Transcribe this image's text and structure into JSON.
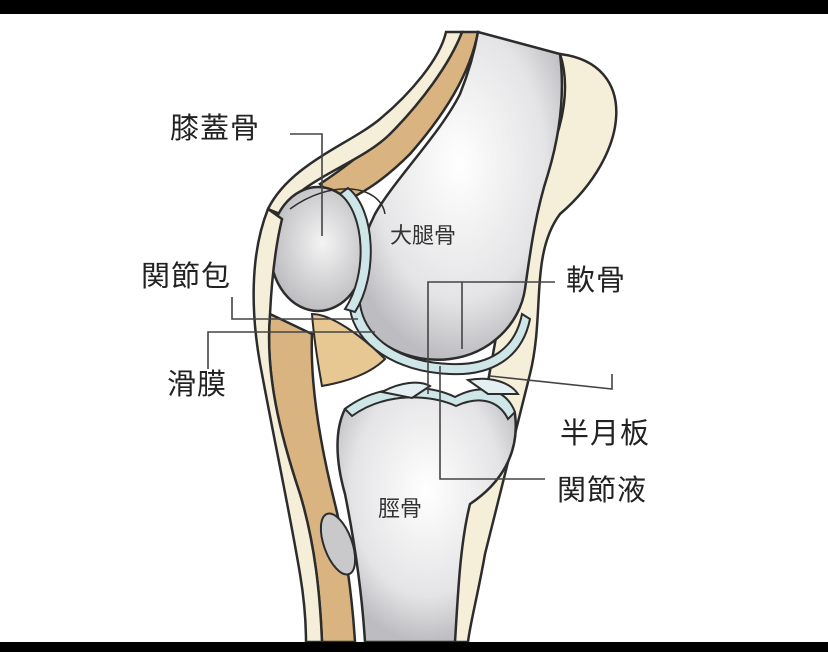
{
  "labels": {
    "patella": "膝蓋骨",
    "joint_capsule": "関節包",
    "synovium": "滑膜",
    "femur": "大腿骨",
    "cartilage": "軟骨",
    "meniscus": "半月板",
    "synovial_fluid": "関節液",
    "tibia": "脛骨"
  },
  "colors": {
    "bone": "#f5efd9",
    "bone_tan": "#d9b480",
    "bone_gray": "#c9c9cc",
    "cartilage": "#cfe6e8",
    "outline": "#2c2c2c"
  }
}
